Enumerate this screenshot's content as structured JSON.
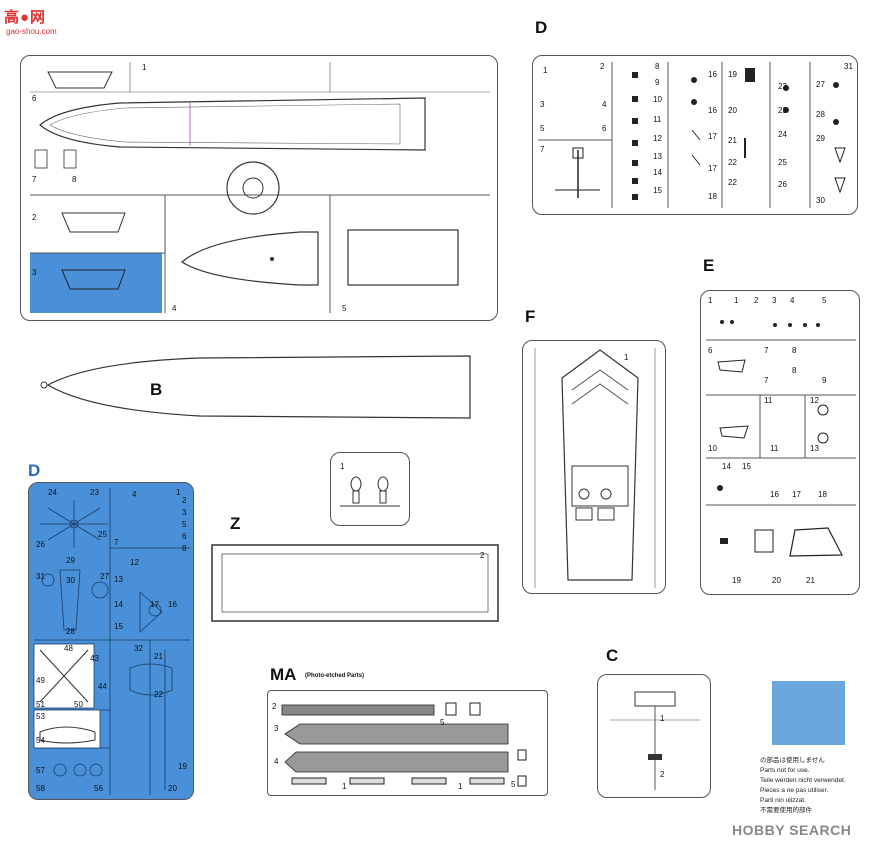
{
  "watermark_top": {
    "logo": "高●网",
    "url": "gao-shou.com"
  },
  "watermark_bottom": {
    "logo": "HOBBY SEARCH"
  },
  "sprue_labels": {
    "D_top": "D",
    "E": "E",
    "F": "F",
    "B": "B",
    "D_blue": "D",
    "Z": "Z",
    "C": "C",
    "MA": "MA",
    "MA_sub": "(Photo-etched Parts)"
  },
  "colors": {
    "unused_parts": "#4a90d9",
    "line": "#555555",
    "legend_swatch": "#6aa7dd"
  },
  "legend": {
    "lines": [
      "の部品は使用しません",
      "Parts not for use.",
      "Teile werden nicht verwendet.",
      "Pieces a ne pas utiliser.",
      "Parti nin ulizzat.",
      "不需要使用的部件"
    ]
  },
  "part_numbers": {
    "A_top": [
      "1",
      "6",
      "7",
      "8",
      "2",
      "3",
      "4",
      "5"
    ],
    "D_top": [
      "1",
      "2",
      "3",
      "4",
      "5",
      "6",
      "7",
      "8",
      "9",
      "10",
      "11",
      "12",
      "13",
      "14",
      "15",
      "16",
      "16",
      "17",
      "17",
      "18",
      "19",
      "20",
      "21",
      "22",
      "22",
      "23",
      "23",
      "24",
      "25",
      "26",
      "27",
      "28",
      "29",
      "30",
      "31"
    ],
    "E": [
      "1",
      "1",
      "2",
      "3",
      "4",
      "5",
      "6",
      "7",
      "8",
      "7",
      "8",
      "9",
      "10",
      "11",
      "11",
      "12",
      "13",
      "14",
      "15",
      "16",
      "17",
      "18",
      "19",
      "20",
      "21"
    ],
    "F": [
      "1"
    ],
    "Z_small": [
      "1"
    ],
    "Z": [
      "2"
    ],
    "C": [
      "1",
      "2"
    ],
    "MA": [
      "2",
      "3",
      "4",
      "5",
      "1",
      "1",
      "5"
    ],
    "D_blue": [
      "24",
      "23",
      "26",
      "25",
      "29",
      "27",
      "31",
      "30",
      "28",
      "12",
      "13",
      "14",
      "15",
      "17",
      "16",
      "48",
      "43",
      "49",
      "44",
      "51",
      "50",
      "53",
      "54",
      "57",
      "58",
      "56",
      "32",
      "21",
      "22",
      "19",
      "20",
      "1",
      "2",
      "3",
      "4",
      "5",
      "6",
      "7",
      "8"
    ]
  }
}
